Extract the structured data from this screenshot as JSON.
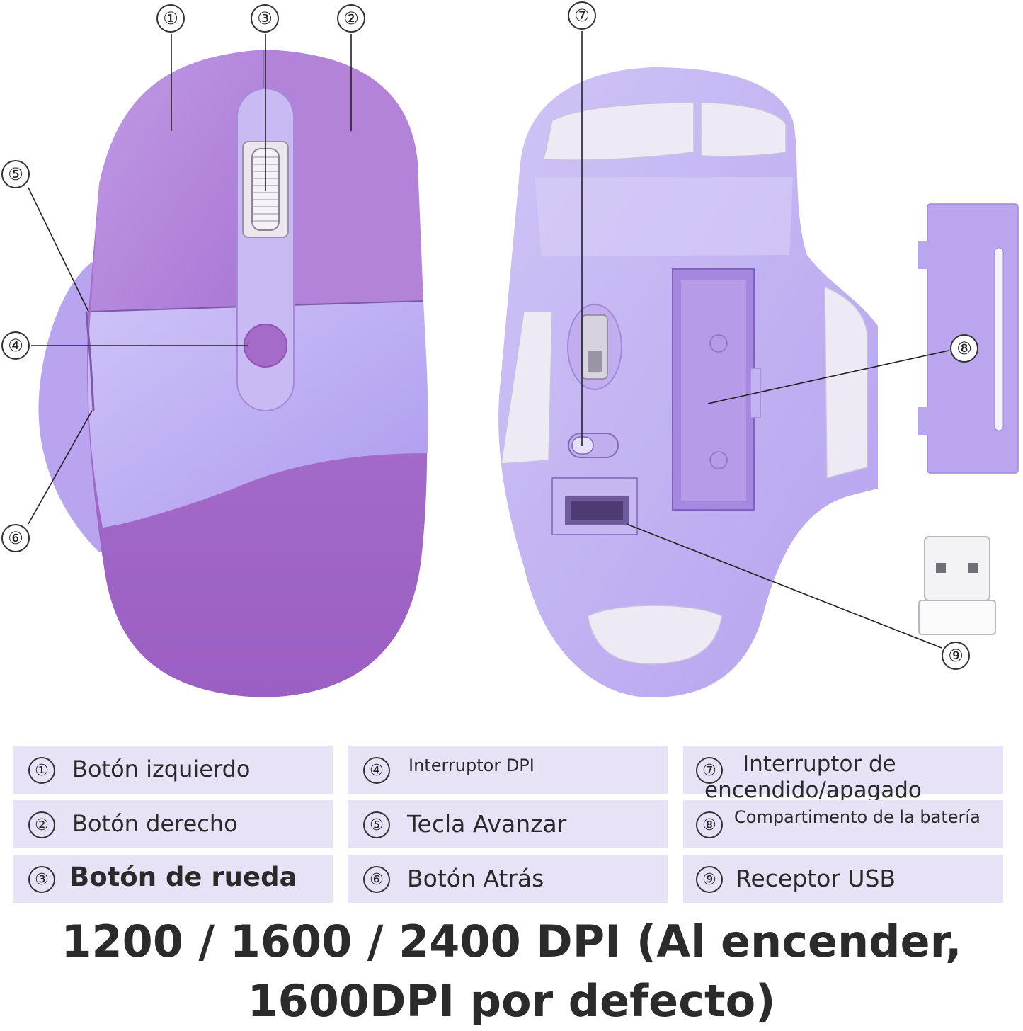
{
  "colors": {
    "top_purple": "#b07fd8",
    "mid_lavender": "#b9a6f0",
    "bottom_purple": "#a86cc8",
    "shell_lavender": "#c4b3f2",
    "legend_bg": "#e8e2f7"
  },
  "callouts": [
    "①",
    "③",
    "②",
    "⑦",
    "⑤",
    "④",
    "⑧",
    "⑥",
    "⑨"
  ],
  "legend": [
    {
      "num": "①",
      "label": "Botón izquierdo"
    },
    {
      "num": "④",
      "label": "Interruptor DPI"
    },
    {
      "num": "⑦",
      "label": "Interruptor de encendido/apagado"
    },
    {
      "num": "②",
      "label": "Botón derecho"
    },
    {
      "num": "⑤",
      "label": "Tecla Avanzar"
    },
    {
      "num": "⑧",
      "label": "Compartimento de la batería"
    },
    {
      "num": "③",
      "label": "Botón de rueda"
    },
    {
      "num": "⑥",
      "label": "Botón Atrás"
    },
    {
      "num": "⑨",
      "label": "Receptor USB"
    }
  ],
  "dpi_text": "1200 / 1600 / 2400 DPI (Al encender, 1600DPI por defecto)"
}
